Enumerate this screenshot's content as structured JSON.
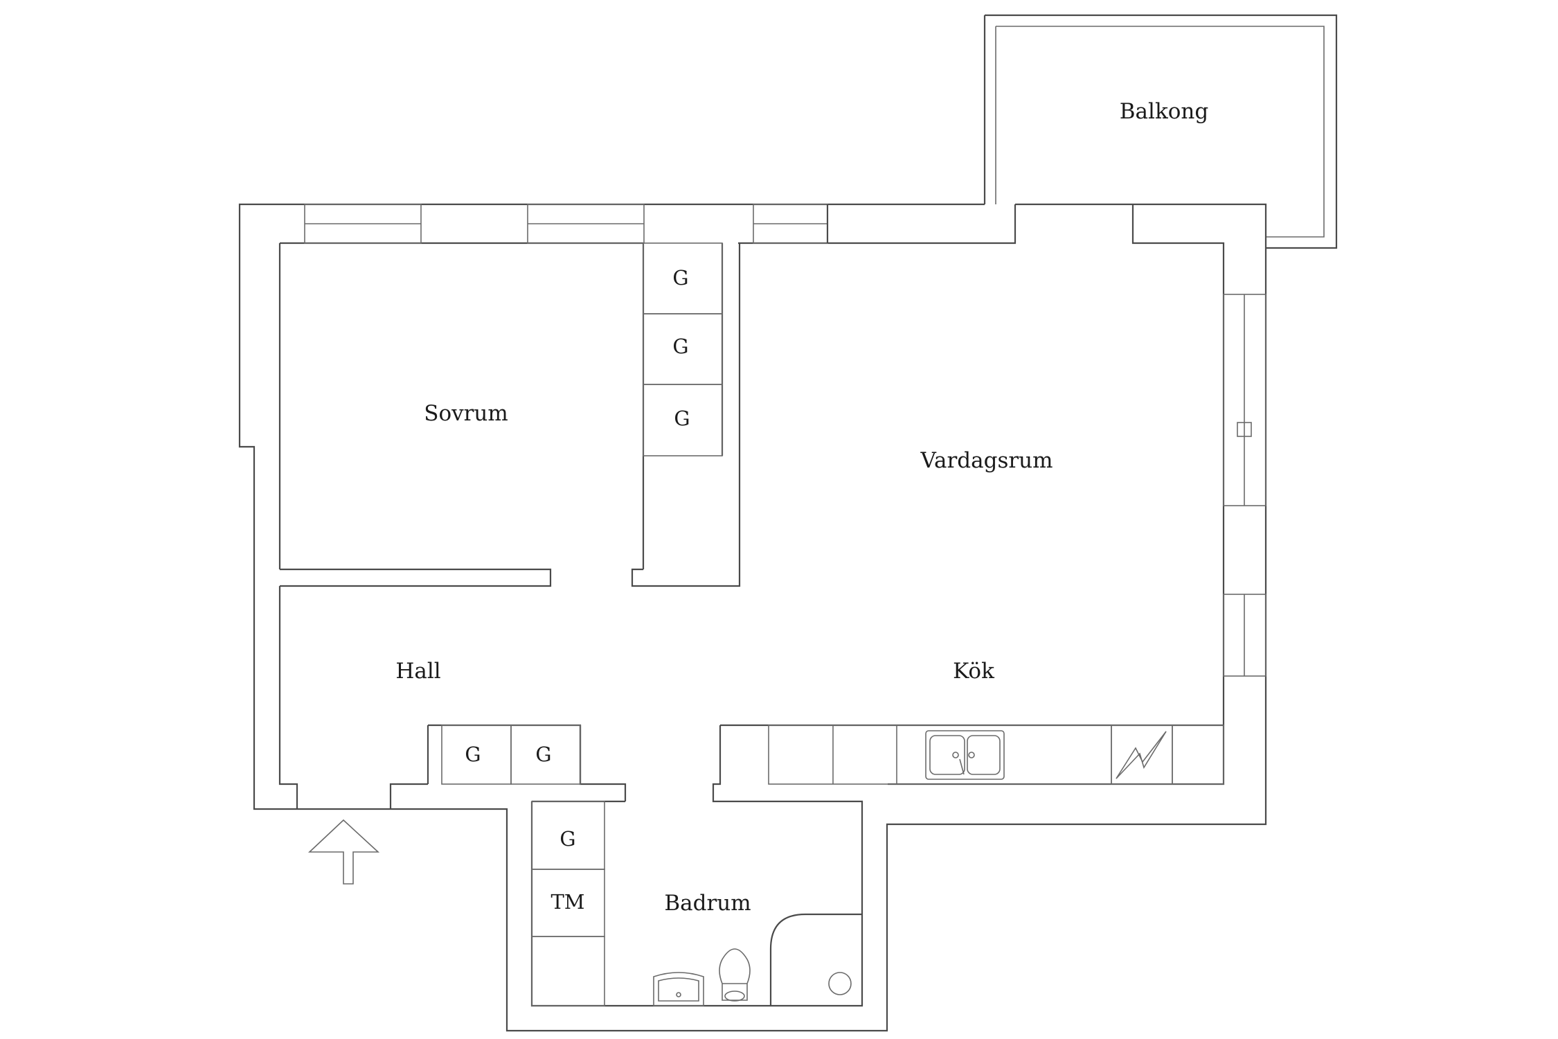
{
  "rooms": {
    "balcony": "Balkong",
    "bedroom": "Sovrum",
    "living": "Vardagsrum",
    "hall": "Hall",
    "kitchen": "Kök",
    "bathroom": "Badrum"
  },
  "cabinets": {
    "wardrobe": "G",
    "washer": "TM"
  },
  "icons": {
    "entrance": "entrance-arrow-icon",
    "sink": "kitchen-sink-icon",
    "stove": "stove-icon",
    "washbasin": "washbasin-icon",
    "toilet": "toilet-icon",
    "shower": "shower-icon"
  },
  "colors": {
    "line": "#4a4a4a",
    "background": "#ffffff"
  }
}
